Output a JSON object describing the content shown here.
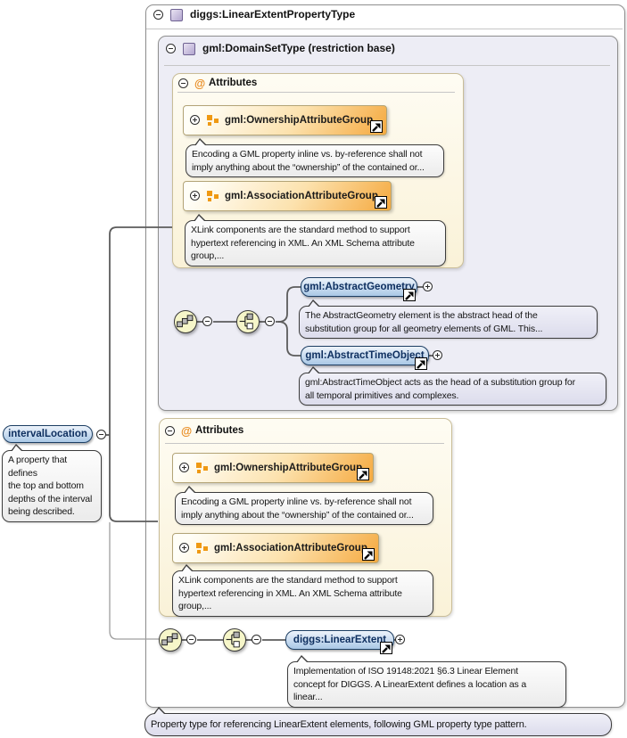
{
  "root_box": {
    "title": "diggs:LinearExtentPropertyType"
  },
  "domain_set_box": {
    "title": "gml:DomainSetType (restriction base)"
  },
  "attributes_section": {
    "label": "Attributes"
  },
  "ownership_group": {
    "label": "gml:OwnershipAttributeGroup",
    "tooltip": "Encoding a GML property inline vs. by-reference shall not\nimply anything about the “ownership” of the contained or..."
  },
  "association_group": {
    "label": "gml:AssociationAttributeGroup",
    "tooltip": "XLink components are the standard method to support\nhypertext referencing in XML. An XML Schema attribute\ngroup,..."
  },
  "abstract_geometry": {
    "label": "gml:AbstractGeometry",
    "tooltip": "The AbstractGeometry element is the abstract head of the\nsubstitution group for all geometry elements of GML. This..."
  },
  "abstract_time_object": {
    "label": "gml:AbstractTimeObject",
    "tooltip": "gml:AbstractTimeObject acts as the head of a substitution group for\nall temporal primitives and complexes."
  },
  "interval_location": {
    "label": "intervalLocation",
    "tooltip": "A property that defines\nthe top and bottom\ndepths of the interval\nbeing described."
  },
  "linear_extent": {
    "label": "diggs:LinearExtent",
    "tooltip": "Implementation of ISO 19148:2021 §6.3 Linear Element\nconcept for DIGGS. A LinearExtent defines a location as a\nlinear..."
  },
  "footer_tooltip": "Property type for referencing LinearExtent elements, following GML property type pattern.",
  "colors": {
    "element_pill_border": "#1c3e63",
    "element_pill_fill": "#aac8e6",
    "attributes_box_fill": "#faf2d8",
    "attribute_group_orange": "#f5a93f",
    "domain_set_fill": "#ededf5",
    "tooltip_lavender": "#e4e4f0",
    "compositor_circle_yellow": "#f6f6c9"
  }
}
